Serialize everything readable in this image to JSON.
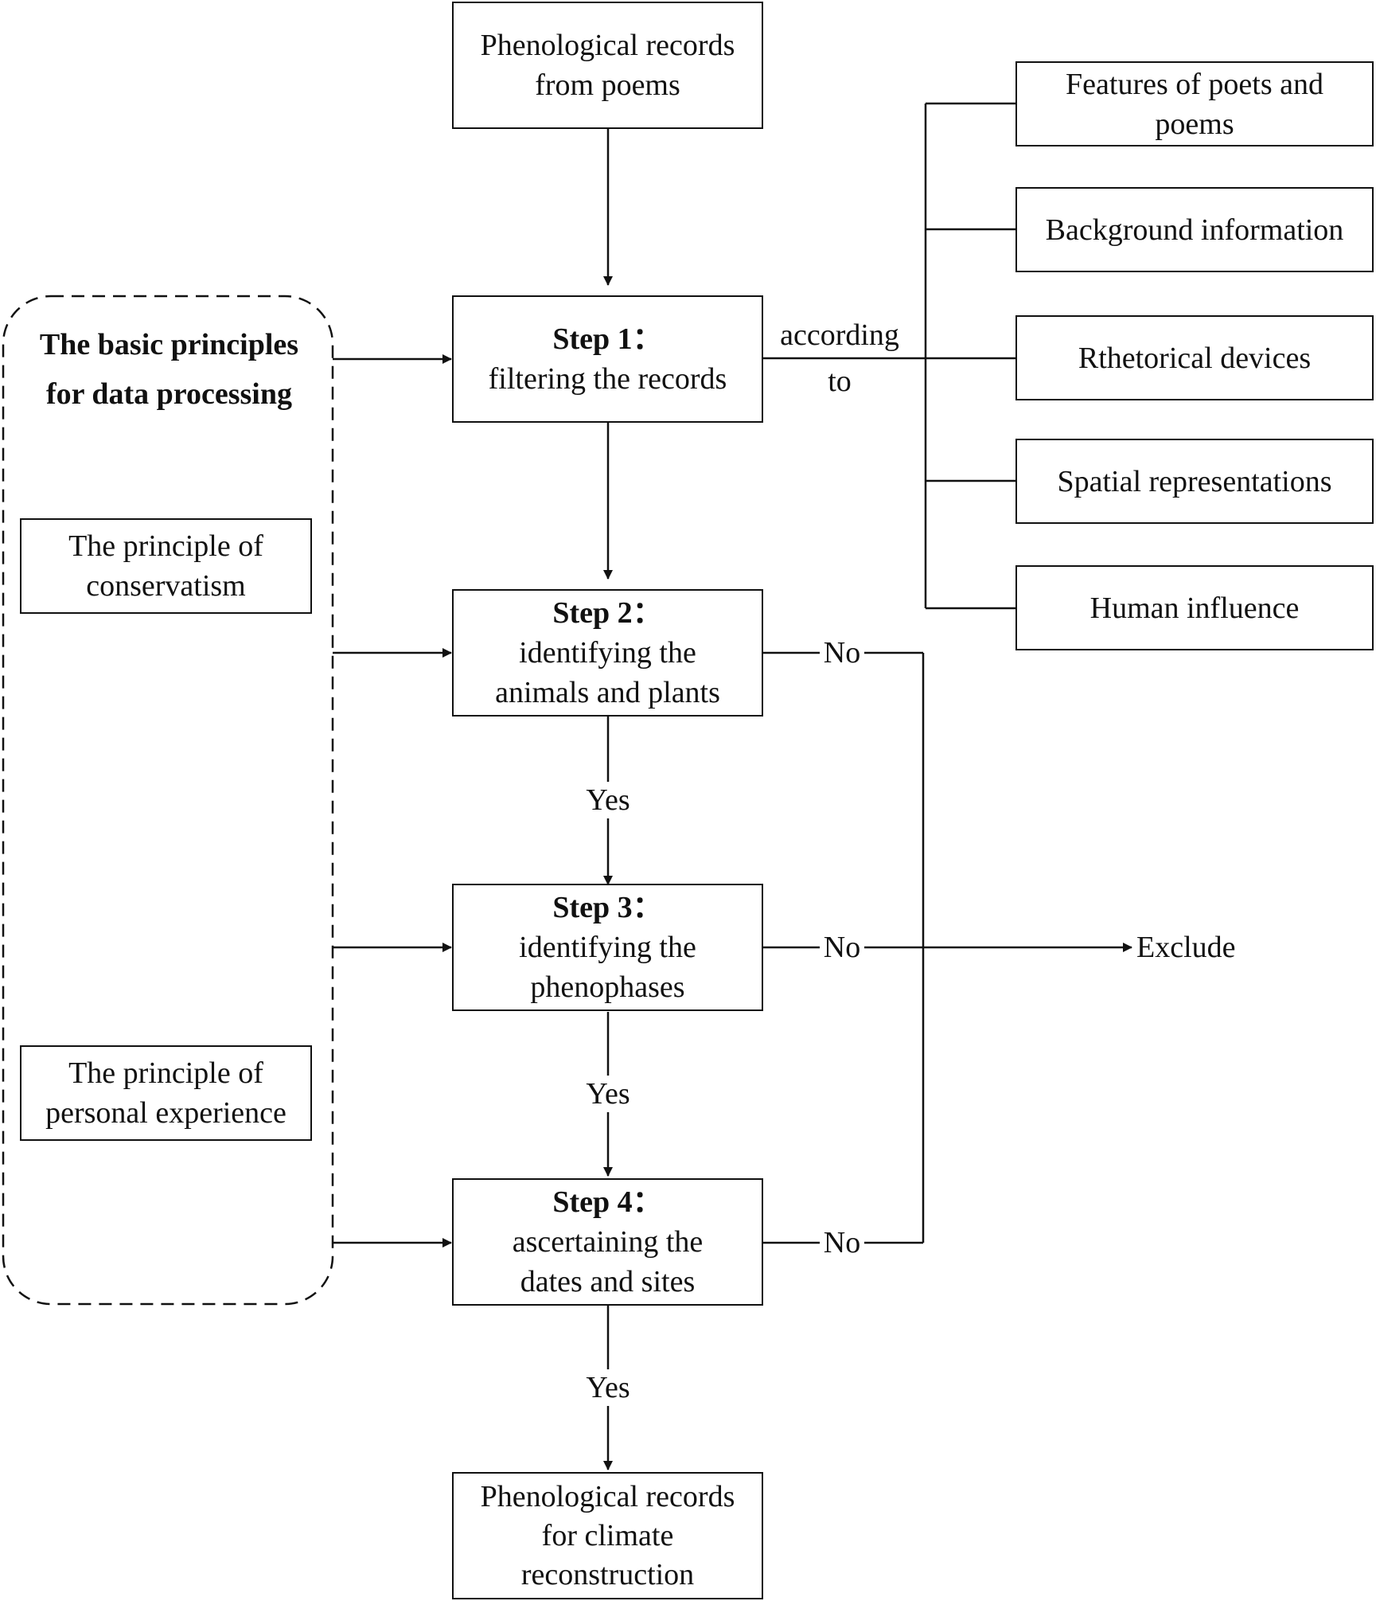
{
  "start": {
    "line1": "Phenological records",
    "line2": "from poems"
  },
  "steps": [
    {
      "title": "Step 1：",
      "line1": "filtering the records",
      "line2": ""
    },
    {
      "title": "Step 2：",
      "line1": "identifying the",
      "line2": "animals and plants"
    },
    {
      "title": "Step 3：",
      "line1": "identifying the",
      "line2": "phenophases"
    },
    {
      "title": "Step 4：",
      "line1": "ascertaining  the",
      "line2": "dates and sites"
    }
  ],
  "end": {
    "line1": "Phenological records",
    "line2": "for climate",
    "line3": "reconstruction"
  },
  "criteria_label": {
    "line1": "according",
    "line2": "to"
  },
  "criteria": [
    {
      "line1": "Features of poets and",
      "line2": "poems"
    },
    {
      "line1": "Background information",
      "line2": ""
    },
    {
      "line1": "Rthetorical devices",
      "line2": ""
    },
    {
      "line1": "Spatial representations",
      "line2": ""
    },
    {
      "line1": "Human influence",
      "line2": ""
    }
  ],
  "principles_group": {
    "title_line1": "The basic principles",
    "title_line2": "for data processing",
    "items": [
      {
        "line1": "The principle of",
        "line2": "conservatism"
      },
      {
        "line1": "The principle of",
        "line2": "personal experience"
      }
    ]
  },
  "branch_labels": {
    "yes": "Yes",
    "no": "No",
    "exclude": "Exclude"
  }
}
